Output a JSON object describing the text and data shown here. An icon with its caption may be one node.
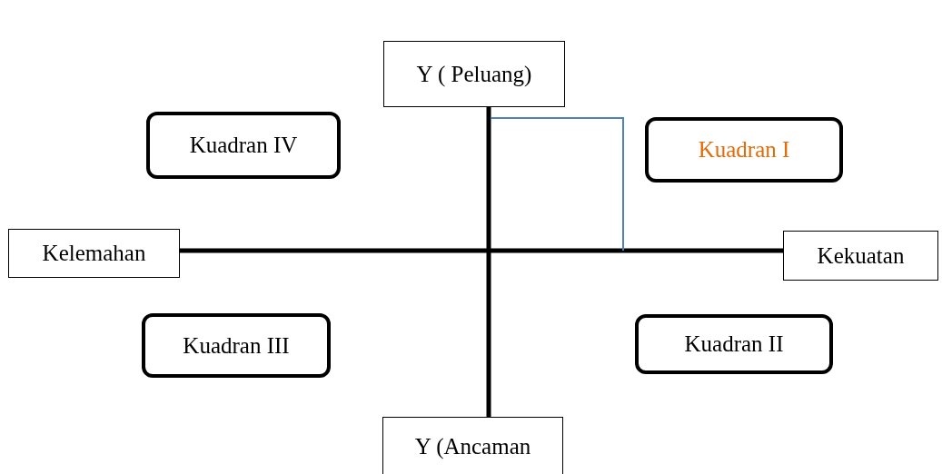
{
  "diagram": {
    "nodes": [
      {
        "text": [
          "Y ( Peluang)"
        ]
      },
      {
        "text": [
          "Kuadran IV"
        ]
      },
      {
        "text": [
          "Kuadran I"
        ]
      },
      {
        "text": [
          "Kelemahan"
        ]
      },
      {
        "text": [
          "Kekuatan"
        ]
      },
      {
        "text": [
          "Kuadran III"
        ]
      },
      {
        "text": [
          "Kuadran II"
        ]
      },
      {
        "text": [
          "Y (Ancaman"
        ]
      }
    ],
    "edges": [
      {
        "from": 0,
        "to": 7,
        "arrow": "none"
      },
      {
        "from": 3,
        "to": 4,
        "arrow": "none"
      }
    ]
  }
}
